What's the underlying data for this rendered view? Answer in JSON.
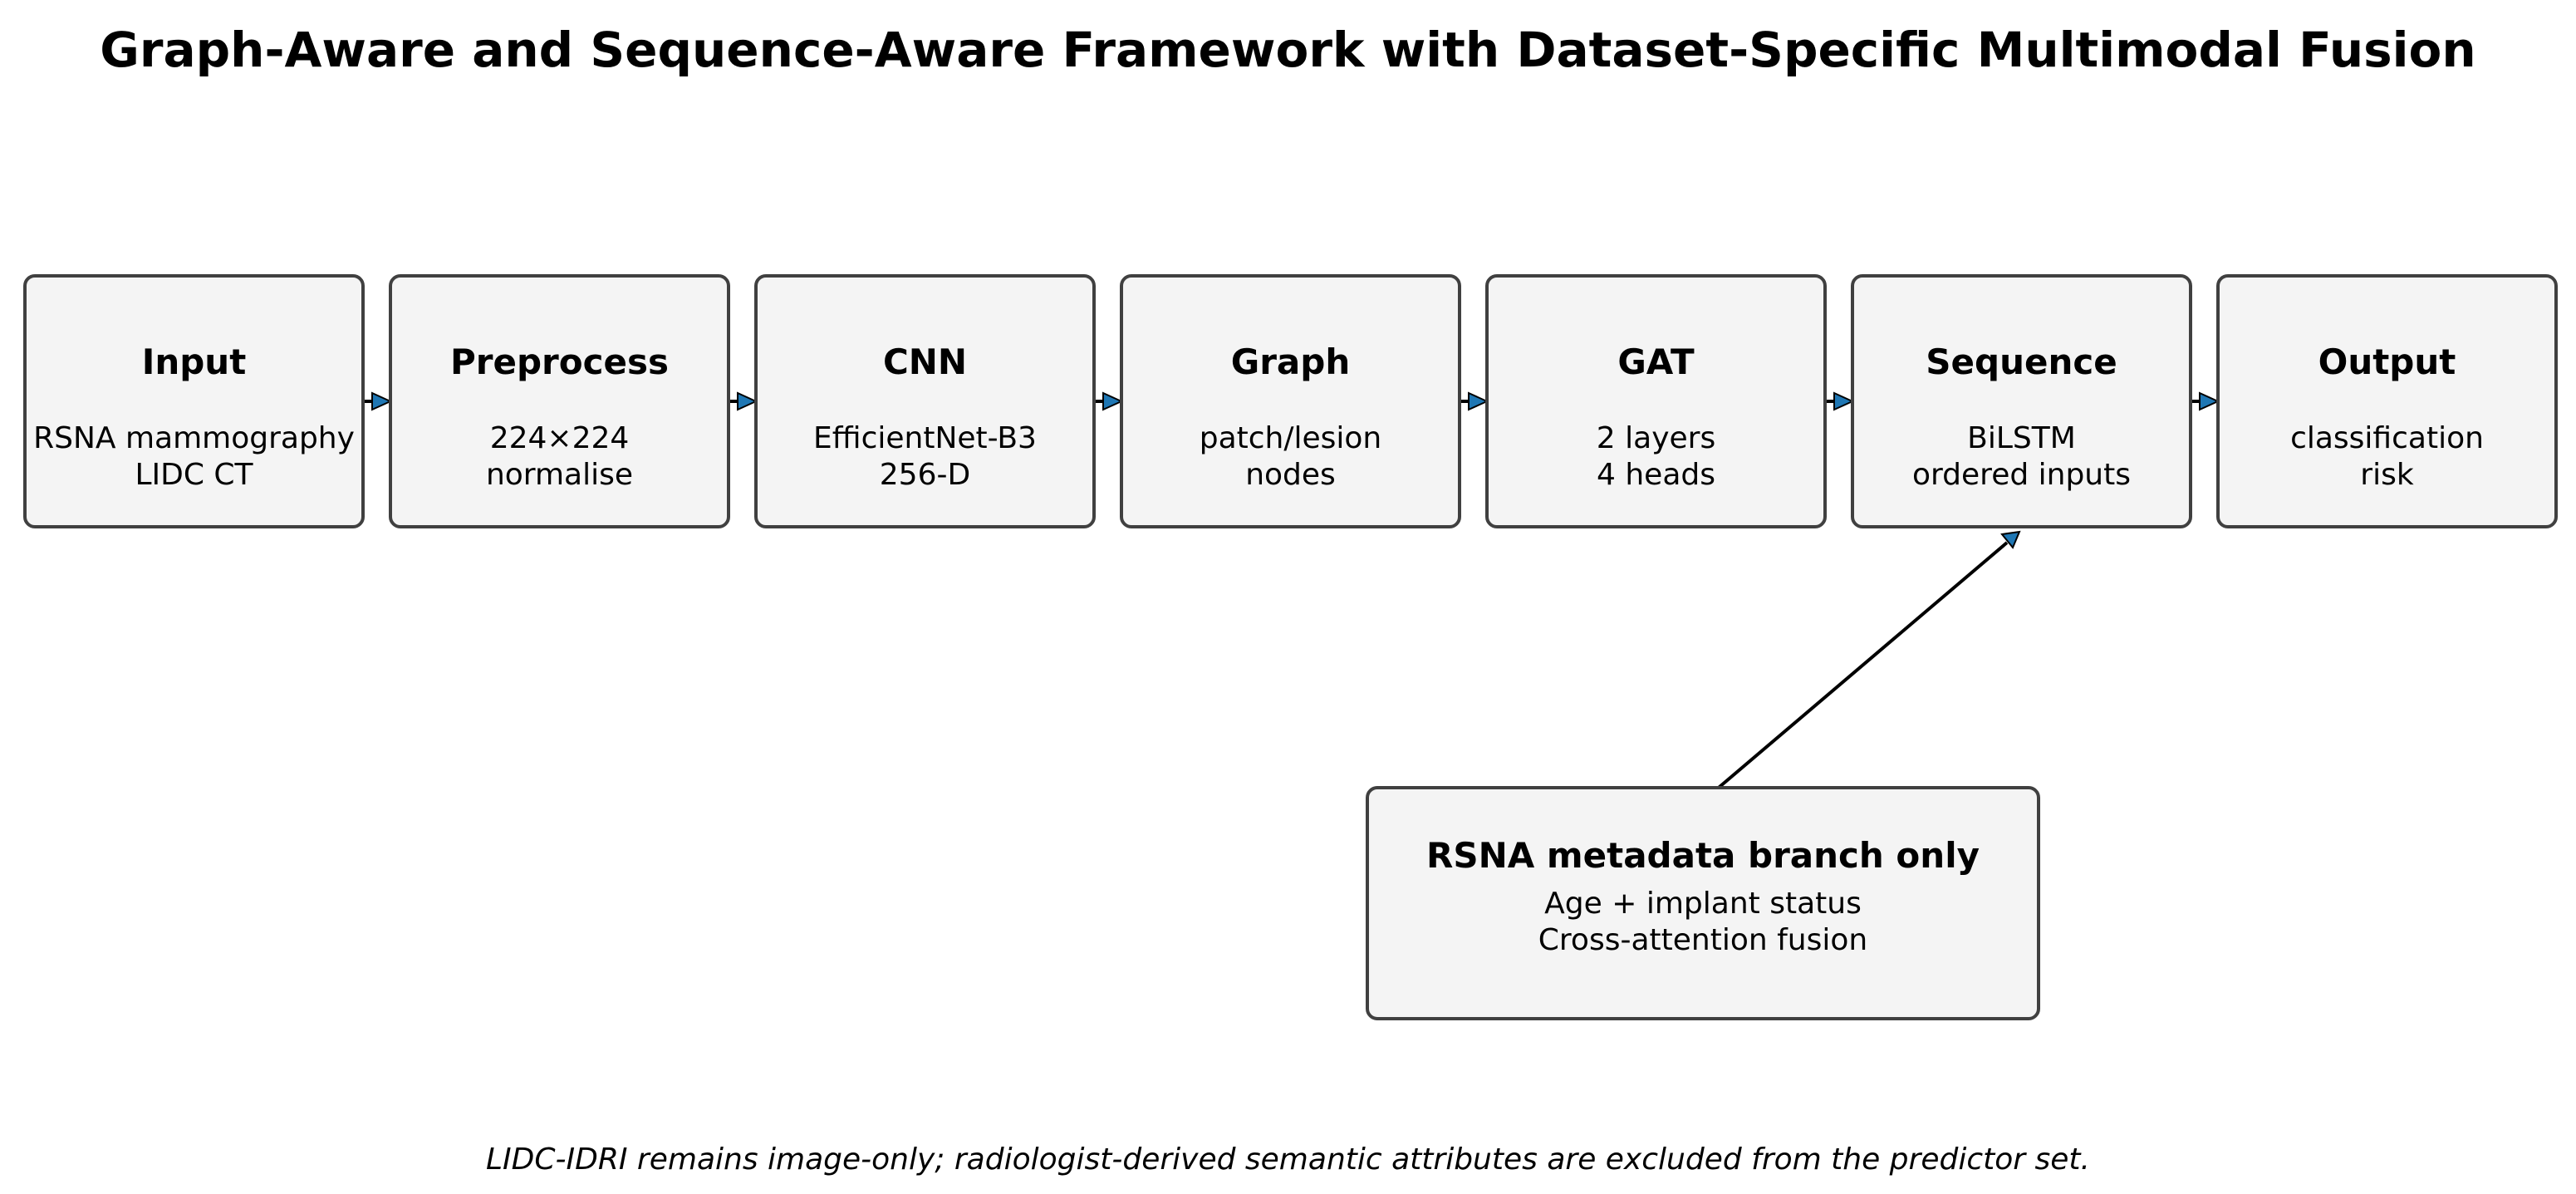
{
  "title": "Graph-Aware and Sequence-Aware Framework with Dataset-Specific Multimodal Fusion",
  "stages": [
    {
      "name": "Input",
      "lines": [
        "RSNA mammography",
        "LIDC CT"
      ]
    },
    {
      "name": "Preprocess",
      "lines": [
        "224×224",
        "normalise"
      ]
    },
    {
      "name": "CNN",
      "lines": [
        "EfficientNet-B3",
        "256-D"
      ]
    },
    {
      "name": "Graph",
      "lines": [
        "patch/lesion",
        "nodes"
      ]
    },
    {
      "name": "GAT",
      "lines": [
        "2 layers",
        "4 heads"
      ]
    },
    {
      "name": "Sequence",
      "lines": [
        "BiLSTM",
        "ordered inputs"
      ]
    },
    {
      "name": "Output",
      "lines": [
        "classification",
        "risk"
      ]
    }
  ],
  "metadata_branch": {
    "title": "RSNA metadata branch only",
    "lines": [
      "Age + implant status",
      "Cross-attention fusion"
    ]
  },
  "footnote": "LIDC-IDRI remains image-only; radiologist-derived semantic attributes are excluded from the predictor set.",
  "colors": {
    "box_fill": "#f4f4f4",
    "box_border": "#404040",
    "arrow_head": "#1f77b4",
    "arrow_line": "#000000"
  }
}
